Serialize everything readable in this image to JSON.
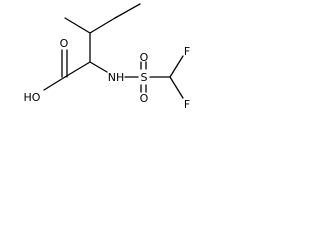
{
  "molecule": {
    "atoms": {
      "hydroxyl": "HO",
      "carbonyl_oxygen": "O",
      "amine": "NH",
      "sulfur": "S",
      "sulfonyl_oxygen_top": "O",
      "sulfonyl_oxygen_bottom": "O",
      "fluorine_top": "F",
      "fluorine_bottom": "F"
    }
  }
}
